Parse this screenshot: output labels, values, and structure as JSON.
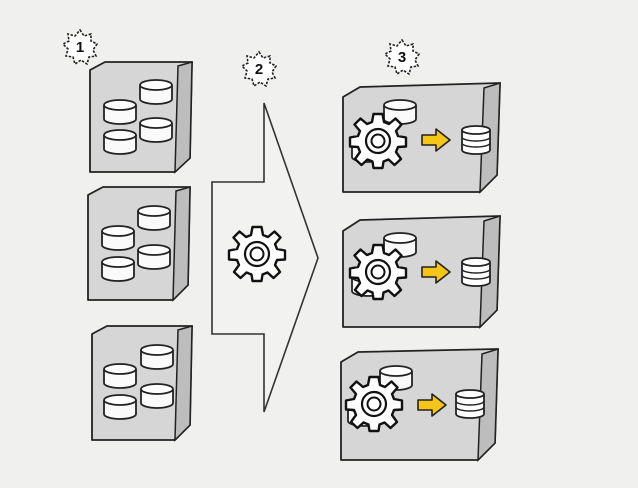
{
  "steps": [
    {
      "label": "1"
    },
    {
      "label": "2"
    },
    {
      "label": "3"
    }
  ],
  "colors": {
    "background": "#f0f0ee",
    "server_fill": "#d6d6d6",
    "server_side": "#bdbdbd",
    "arrow_fill": "#f2f2f0",
    "transfer_arrow": "#f5c518",
    "outline": "#222222"
  },
  "icons": {
    "step_badge": "star-burst-badge",
    "source_server": "database-server",
    "process": "gear-icon",
    "target_server": "gear-server",
    "transfer": "right-arrow-icon",
    "output": "database-icon"
  }
}
